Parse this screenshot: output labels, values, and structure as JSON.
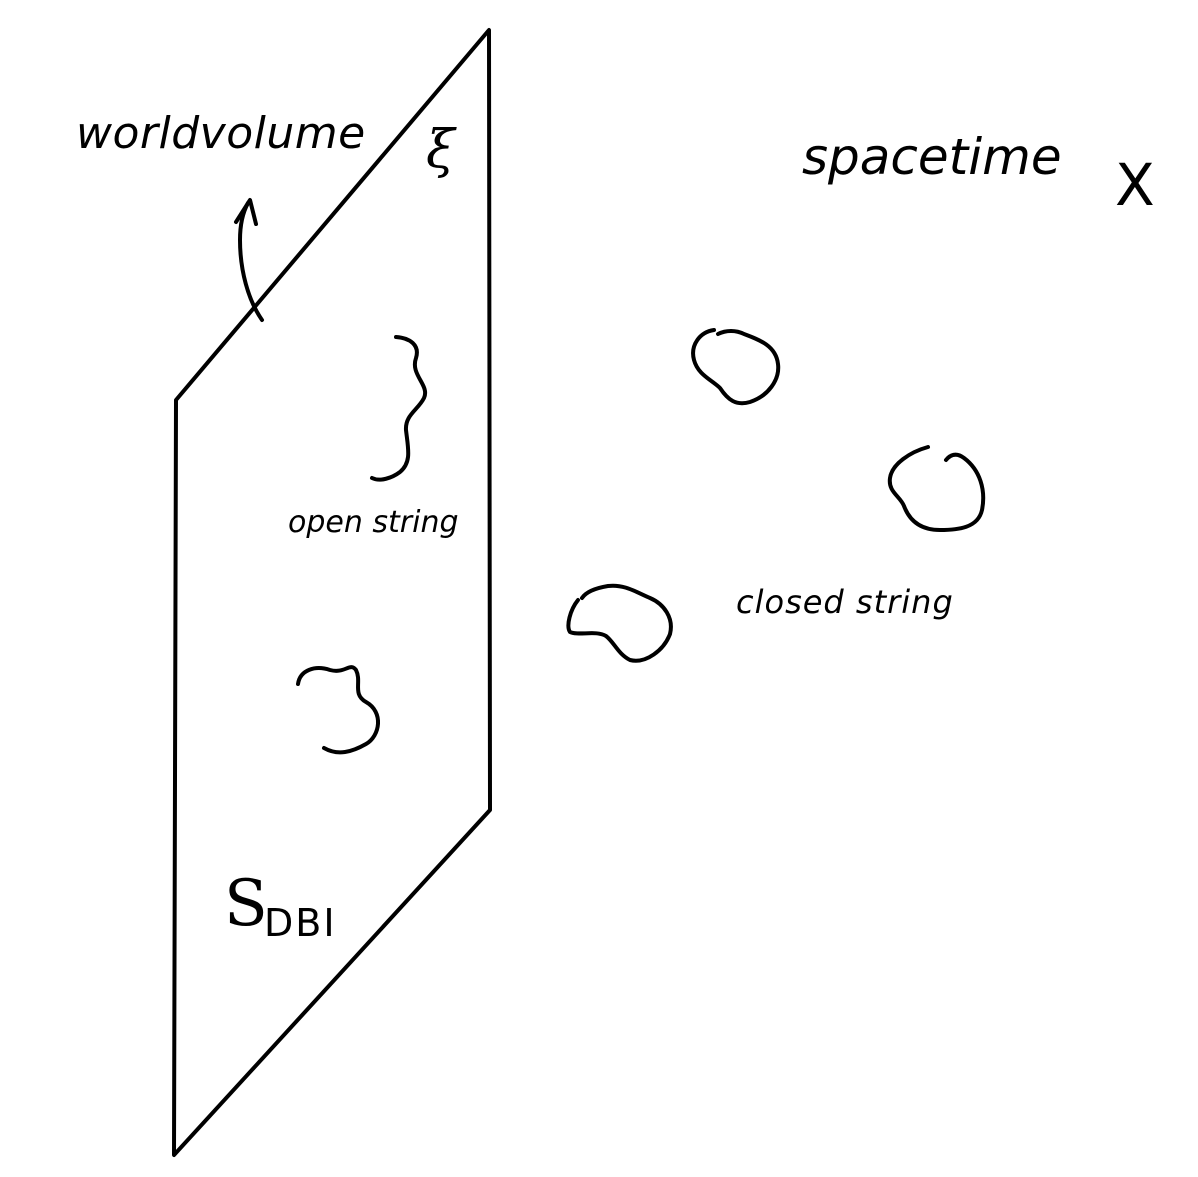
{
  "labels": {
    "worldvolume": "worldvolume",
    "xi": "ξ",
    "spacetime": "spacetime",
    "x": "X",
    "open_string": "open string",
    "closed_string": "closed string",
    "action_s": "S",
    "action_subscript": "DBI"
  },
  "colors": {
    "ink": "#000000",
    "background": "#ffffff"
  }
}
